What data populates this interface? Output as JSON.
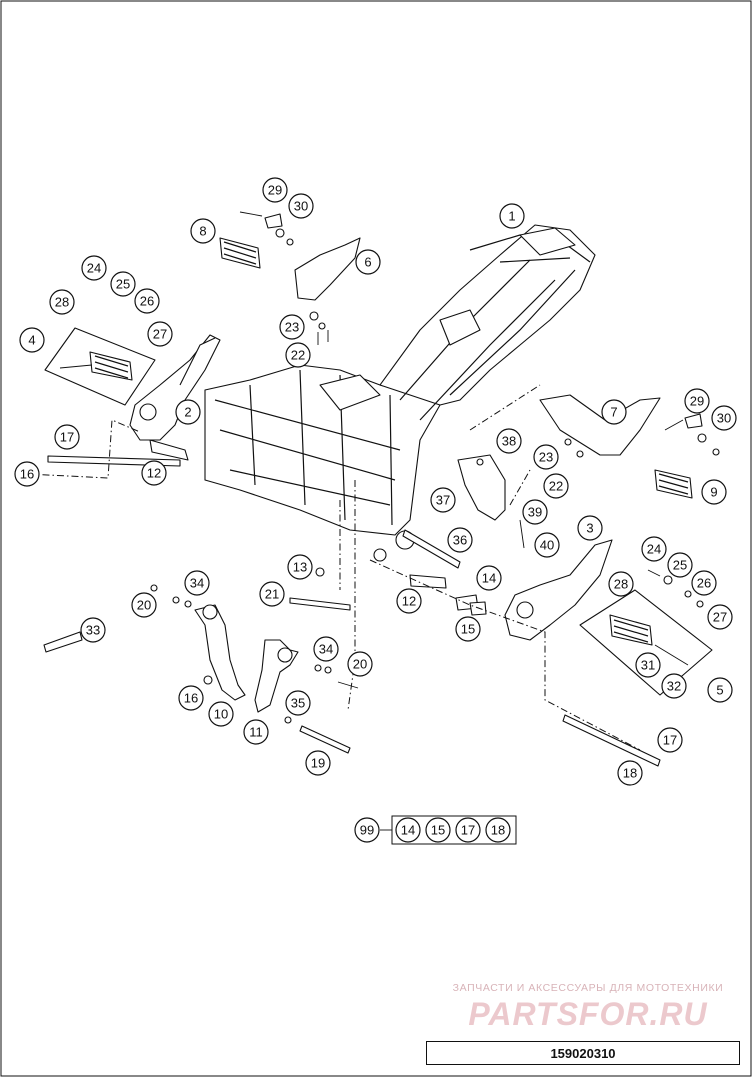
{
  "callouts": [
    {
      "label": "1"
    },
    {
      "label": "2"
    },
    {
      "label": "3"
    },
    {
      "label": "4"
    },
    {
      "label": "5"
    },
    {
      "label": "6"
    },
    {
      "label": "7"
    },
    {
      "label": "8"
    },
    {
      "label": "9"
    },
    {
      "label": "10"
    },
    {
      "label": "11"
    },
    {
      "label": "12"
    },
    {
      "label": "12"
    },
    {
      "label": "13"
    },
    {
      "label": "14"
    },
    {
      "label": "15"
    },
    {
      "label": "16"
    },
    {
      "label": "16"
    },
    {
      "label": "17"
    },
    {
      "label": "17"
    },
    {
      "label": "18"
    },
    {
      "label": "19"
    },
    {
      "label": "20"
    },
    {
      "label": "20"
    },
    {
      "label": "21"
    },
    {
      "label": "22"
    },
    {
      "label": "22"
    },
    {
      "label": "23"
    },
    {
      "label": "23"
    },
    {
      "label": "24"
    },
    {
      "label": "24"
    },
    {
      "label": "25"
    },
    {
      "label": "25"
    },
    {
      "label": "26"
    },
    {
      "label": "26"
    },
    {
      "label": "27"
    },
    {
      "label": "27"
    },
    {
      "label": "28"
    },
    {
      "label": "28"
    },
    {
      "label": "29"
    },
    {
      "label": "29"
    },
    {
      "label": "30"
    },
    {
      "label": "30"
    },
    {
      "label": "31"
    },
    {
      "label": "32"
    },
    {
      "label": "33"
    },
    {
      "label": "34"
    },
    {
      "label": "34"
    },
    {
      "label": "35"
    },
    {
      "label": "36"
    },
    {
      "label": "37"
    },
    {
      "label": "38"
    },
    {
      "label": "39"
    },
    {
      "label": "40"
    }
  ],
  "kit": {
    "label": "99",
    "items": [
      "14",
      "15",
      "17",
      "18"
    ]
  },
  "watermark": {
    "tagline": "ЗАПЧАСТИ И АКСЕССУАРЫ ДЛЯ МОТОТЕХНИКИ",
    "logo": "PARTSFOR.RU"
  },
  "drawing_number": "159020310",
  "colors": {
    "line": "#111111",
    "background": "#ffffff",
    "watermark": "#e8c4c8"
  }
}
